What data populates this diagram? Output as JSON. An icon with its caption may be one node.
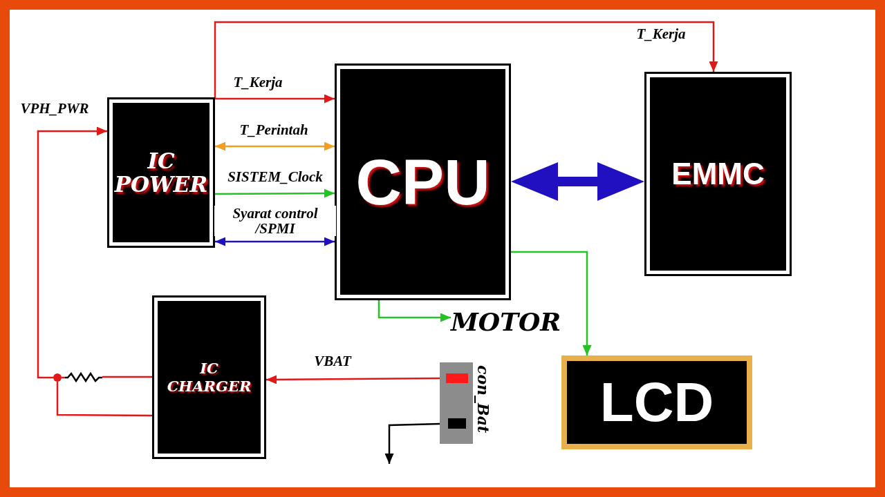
{
  "diagram": {
    "nodes": [
      {
        "text": [
          "IC POWER"
        ]
      },
      {
        "text": [
          "CPU"
        ]
      },
      {
        "text": [
          "EMMC"
        ]
      },
      {
        "text": [
          "IC CHARGER"
        ]
      },
      {
        "text": [
          "LCD"
        ]
      },
      {
        "text": [
          "MOTOR"
        ]
      },
      {
        "text": [],
        "shape": "box",
        "beside": [
          "con_Bat"
        ]
      },
      {
        "text": [],
        "shape": "circle"
      },
      {
        "text": [],
        "shape": "resistor"
      }
    ],
    "edges": [
      {
        "from": 0,
        "to": 1,
        "arrow": "to",
        "label": "T_Kerja"
      },
      {
        "from": 0,
        "to": 2,
        "arrow": "to",
        "label": "T_Kerja"
      },
      {
        "from": 0,
        "to": 1,
        "arrow": "both",
        "label": "T_Perintah",
        "color": "#f0a020"
      },
      {
        "from": 0,
        "to": 1,
        "arrow": "to",
        "label": "SISTEM_Clock",
        "color": "#22c322"
      },
      {
        "from": 0,
        "to": 1,
        "arrow": "both",
        "label": "Syarat control /SPMI",
        "color": "#2010c0"
      },
      {
        "from": 1,
        "to": 2,
        "arrow": "both",
        "style": "thick",
        "color": "#2010c0"
      },
      {
        "from": 1,
        "to": 5,
        "arrow": "to",
        "color": "#22c322"
      },
      {
        "from": 1,
        "to": 4,
        "arrow": "to",
        "color": "#22c322"
      },
      {
        "from": 6,
        "to": 3,
        "arrow": "to",
        "label": "VBAT"
      },
      {
        "from": 6,
        "to": null,
        "arrow": "to",
        "color": "#000000"
      },
      {
        "from": 7,
        "to": 0,
        "arrow": "to",
        "label": "VPH_PWR"
      },
      {
        "from": 7,
        "to": 8,
        "arrow": "none"
      },
      {
        "from": 8,
        "to": 3,
        "arrow": "none"
      },
      {
        "from": 7,
        "to": 3,
        "arrow": "none"
      }
    ]
  }
}
